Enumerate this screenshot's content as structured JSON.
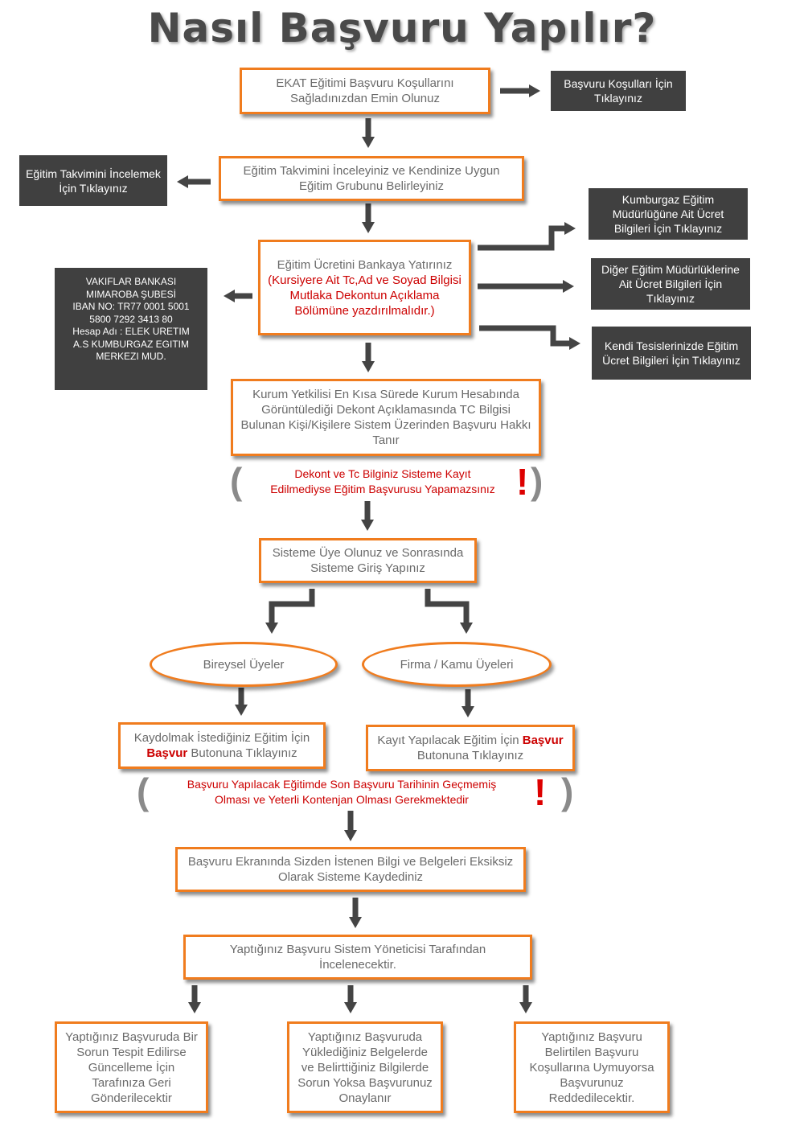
{
  "title": "Nasıl Başvuru Yapılır?",
  "step1": "EKAT Eğitimi Başvuru Koşullarını Sağladınızdan Emin Olunuz",
  "link_conditions": "Başvuru Koşulları İçin Tıklayınız",
  "step2": "Eğitim Takvimini İnceleyiniz ve Kendinize Uygun Eğitim Grubunu Belirleyiniz",
  "link_calendar": "Eğitim Takvimini İncelemek İçin Tıklayınız",
  "step3": {
    "part1": "Eğitim Ücretini Bankaya Yatırınız ",
    "part2": "(Kursiyere Ait Tc,Ad ve Soyad Bilgisi Mutlaka Dekontun Açıklama Bölümüne yazdırılmalıdır.)"
  },
  "bank_info": {
    "line1": "VAKIFLAR BANKASI",
    "line2": "MIMAROBA ŞUBESİ",
    "line3": "IBAN NO: TR77 0001 5001",
    "line4": "5800 7292 3413 80",
    "line5": "Hesap Adı : ELEK URETIM",
    "line6": "A.S KUMBURGAZ EGITIM",
    "line7": "MERKEZI MUD."
  },
  "link_kumburgaz": "Kumburgaz Eğitim Müdürlüğüne Ait Ücret Bilgileri İçin Tıklayınız",
  "link_other": "Diğer Eğitim Müdürlüklerine Ait Ücret Bilgileri İçin Tıklayınız",
  "link_own": "Kendi Tesislerinizde Eğitim Ücret Bilgileri İçin Tıklayınız",
  "step4": "Kurum Yetkilisi En Kısa Sürede Kurum Hesabında Görüntülediği Dekont Açıklamasında TC Bilgisi Bulunan Kişi/Kişilere Sistem Üzerinden Başvuru Hakkı Tanır",
  "warning1": {
    "line1": "Dekont  ve Tc Bilginiz Sisteme Kayıt",
    "line2": "Edilmediyse Eğitim Başvurusu Yapamazsınız"
  },
  "step5": "Sisteme Üye Olunuz ve Sonrasında Sisteme Giriş Yapınız",
  "individual": "Bireysel Üyeler",
  "company": "Firma / Kamu Üyeleri",
  "individual_step": {
    "pre": "Kaydolmak İstediğiniz Eğitim İçin ",
    "button": "Başvur",
    "post": " Butonuna Tıklayınız"
  },
  "company_step": {
    "pre": "Kayıt Yapılacak Eğitim İçin ",
    "button": "Başvur",
    "post": " Butonuna Tıklayınız"
  },
  "warning2": {
    "line1": "Başvuru Yapılacak Eğitimde Son Başvuru Tarihinin Geçmemiş",
    "line2": "Olması ve Yeterli Kontenjan Olması Gerekmektedir"
  },
  "step6": "Başvuru Ekranında Sizden İstenen Bilgi ve Belgeleri Eksiksiz Olarak Sisteme Kaydediniz",
  "step7": "Yaptığınız Başvuru Sistem Yöneticisi Tarafından İncelenecektir.",
  "outcome1": "Yaptığınız Başvuruda Bir Sorun Tespit Edilirse Güncelleme İçin Tarafınıza Geri Gönderilecektir",
  "outcome2": "Yaptığınız Başvuruda Yüklediğiniz Belgelerde ve Belirttiğiniz Bilgilerde Sorun Yoksa Başvurunuz Onaylanır",
  "outcome3": "Yaptığınız Başvuru Belirtilen Başvuru Koşullarına Uymuyorsa Başvurunuz Reddedilecektir.",
  "paren_open": "(",
  "paren_close": ")",
  "bang": "!",
  "colors": {
    "accent": "#f07c1e",
    "dark": "#404040",
    "warning": "#cc0000",
    "text": "#6a6a6a"
  }
}
